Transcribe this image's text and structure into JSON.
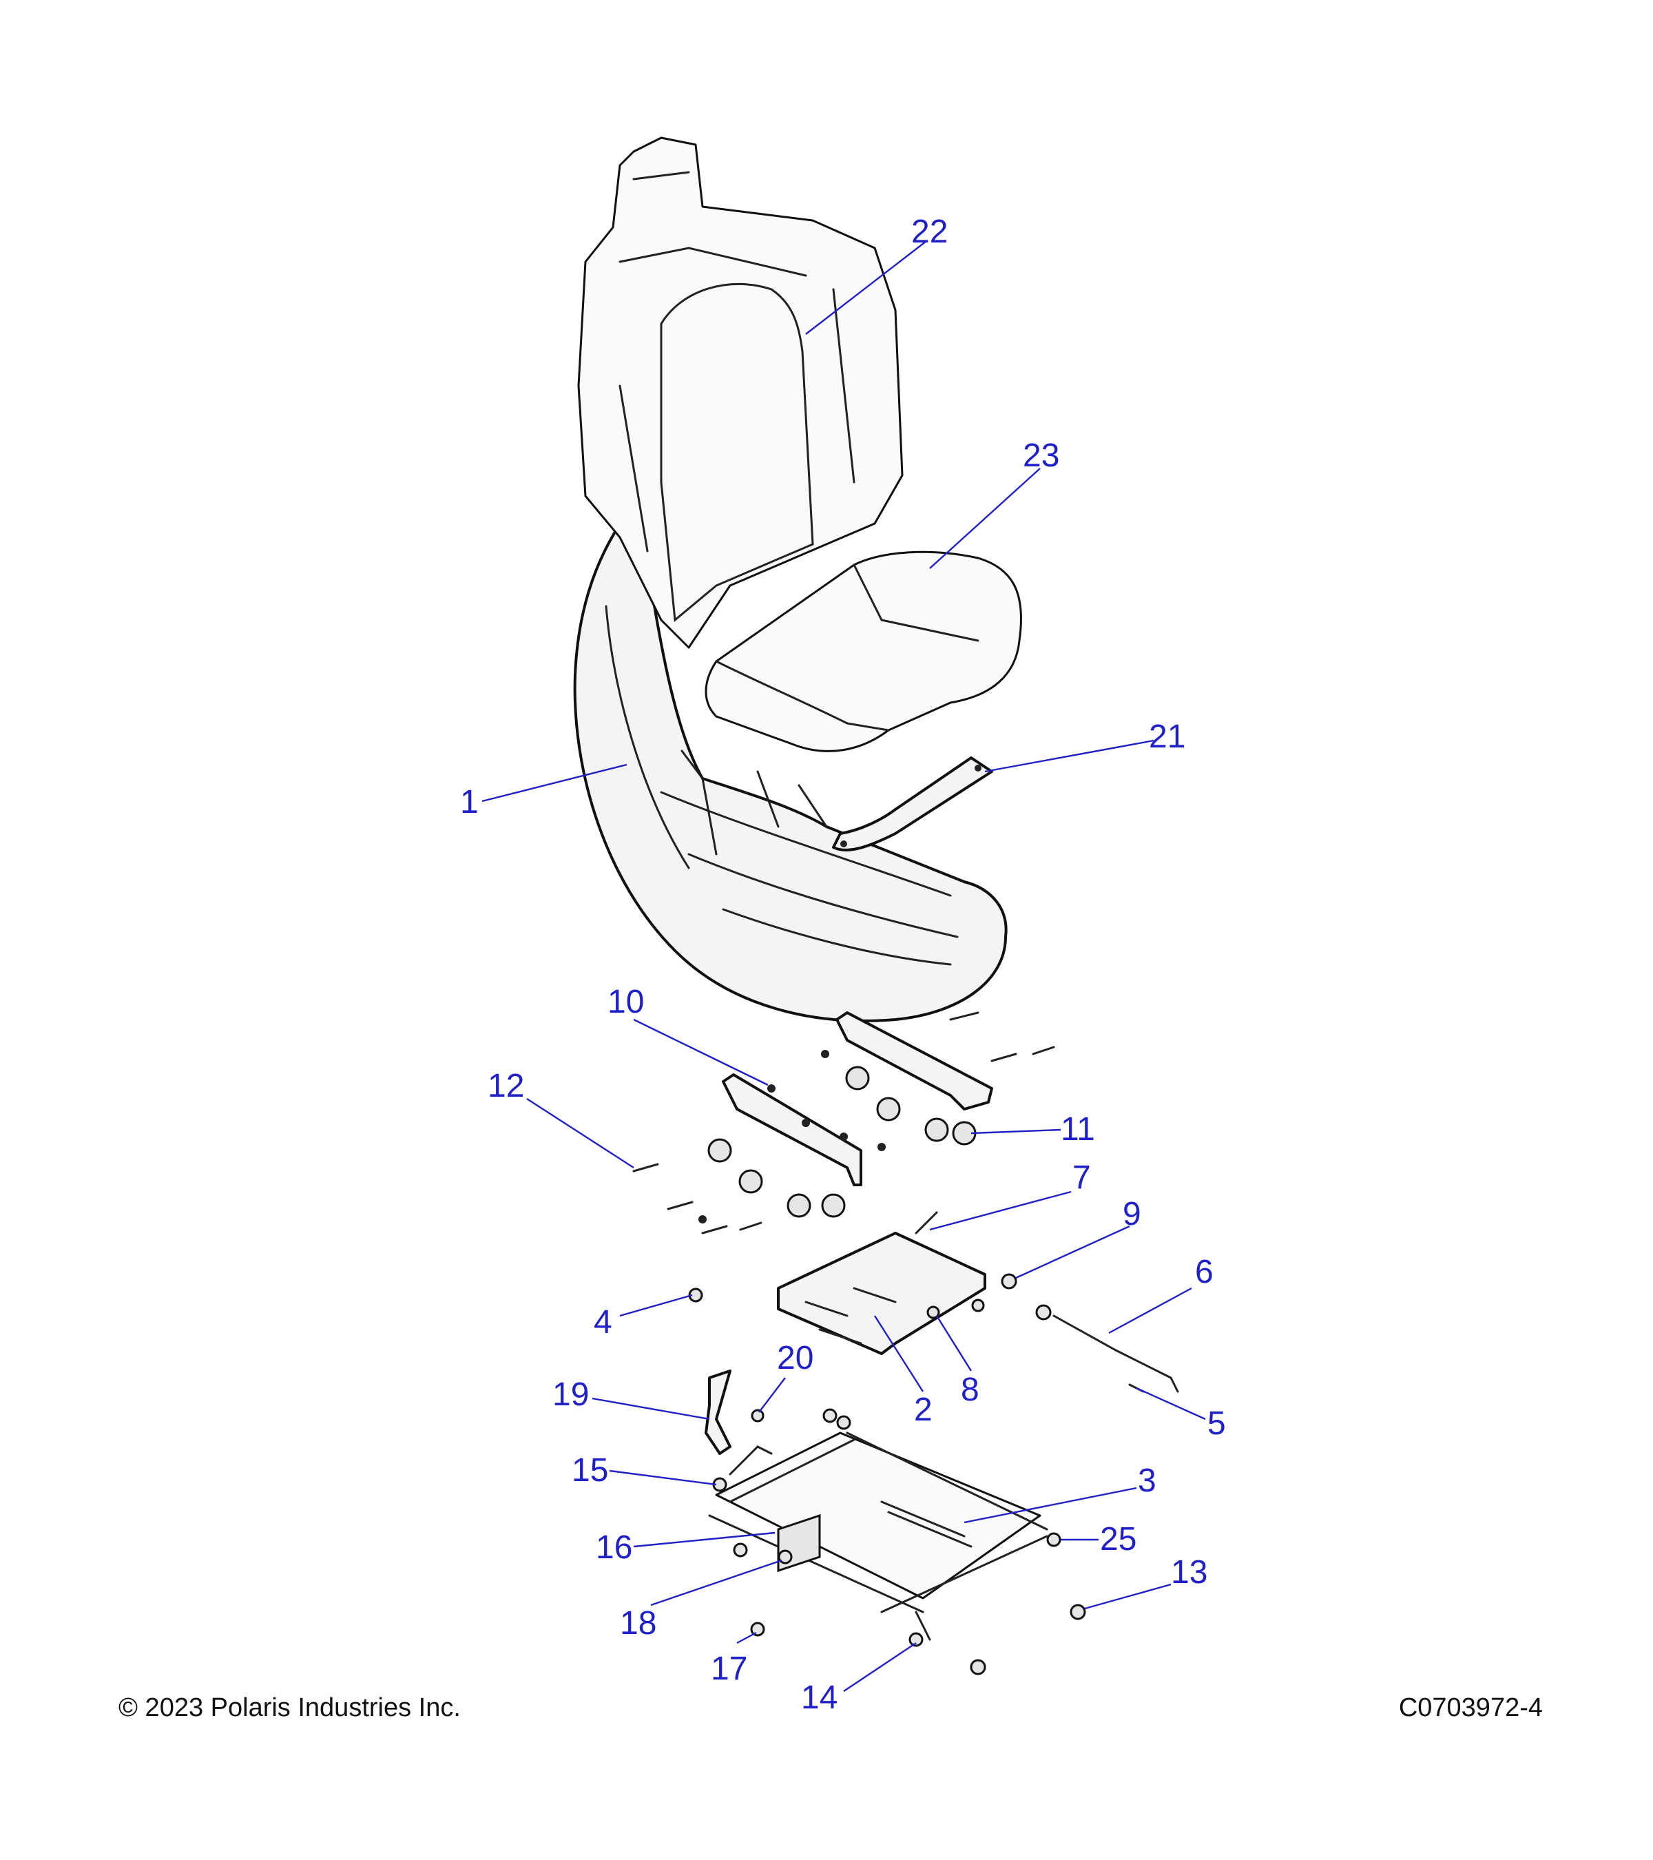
{
  "callouts": [
    {
      "num": "1"
    },
    {
      "num": "2"
    },
    {
      "num": "3"
    },
    {
      "num": "4"
    },
    {
      "num": "5"
    },
    {
      "num": "6"
    },
    {
      "num": "7"
    },
    {
      "num": "8"
    },
    {
      "num": "9"
    },
    {
      "num": "10"
    },
    {
      "num": "11"
    },
    {
      "num": "12"
    },
    {
      "num": "13"
    },
    {
      "num": "14"
    },
    {
      "num": "15"
    },
    {
      "num": "16"
    },
    {
      "num": "17"
    },
    {
      "num": "18"
    },
    {
      "num": "19"
    },
    {
      "num": "20"
    },
    {
      "num": "21"
    },
    {
      "num": "22"
    },
    {
      "num": "23"
    },
    {
      "num": "25"
    }
  ],
  "footer": {
    "copyright": "© 2023 Polaris Industries Inc.",
    "drawing_number": "C0703972-4"
  },
  "colors": {
    "callout": "#2020c8",
    "line_art": "#111111"
  }
}
